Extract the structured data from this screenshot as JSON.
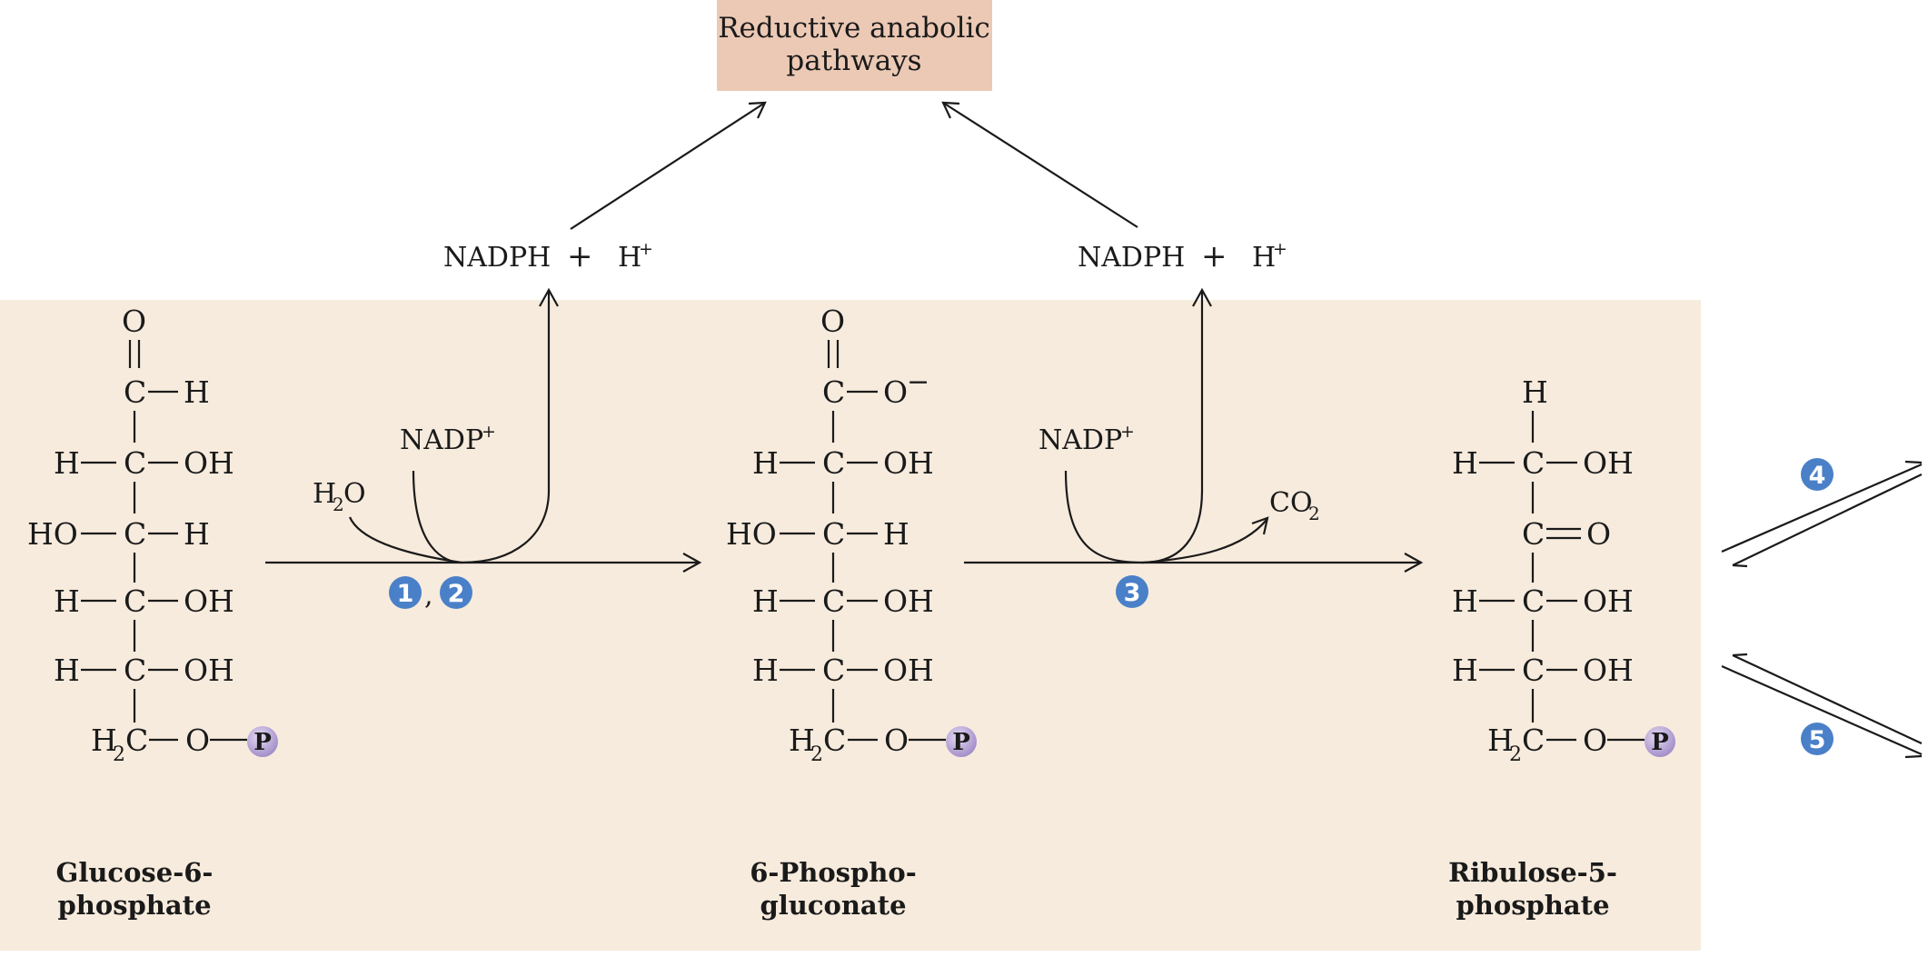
{
  "top_box": {
    "line1": "Reductive anabolic",
    "line2": "pathways"
  },
  "nadph_1": {
    "nadph": "NADPH",
    "plus": "+",
    "h": "H",
    "charge": "+"
  },
  "nadph_2": {
    "nadph": "NADPH",
    "plus": "+",
    "h": "H",
    "charge": "+"
  },
  "reaction_1": {
    "nadp": "NADP",
    "nadp_charge": "+",
    "water_h": "H",
    "water_sub": "2",
    "water_o": "O",
    "badges": [
      "1",
      "2"
    ],
    "separator": ","
  },
  "reaction_2": {
    "nadp": "NADP",
    "nadp_charge": "+",
    "co2_main": "CO",
    "co2_sub": "2",
    "badges": [
      "3"
    ]
  },
  "side_badges": [
    "4",
    "5"
  ],
  "phosphate_symbol": "P",
  "atoms": {
    "O": "O",
    "C": "C",
    "H": "H",
    "OH": "OH",
    "HO": "HO",
    "H2": "H",
    "sub2": "2",
    "O_minus": "O",
    "minus": "−"
  },
  "compounds": [
    {
      "line1": "Glucose-6-",
      "line2": "phosphate"
    },
    {
      "line1": "6-Phospho-",
      "line2": "gluconate"
    },
    {
      "line1": "Ribulose-5-",
      "line2": "phosphate"
    }
  ],
  "colors": {
    "panel_bg": "#f7ebdd",
    "box_bg": "#ecc9b5",
    "badge_blue": "#4a80c8",
    "phosphate_purple": "#b9a6d6"
  }
}
